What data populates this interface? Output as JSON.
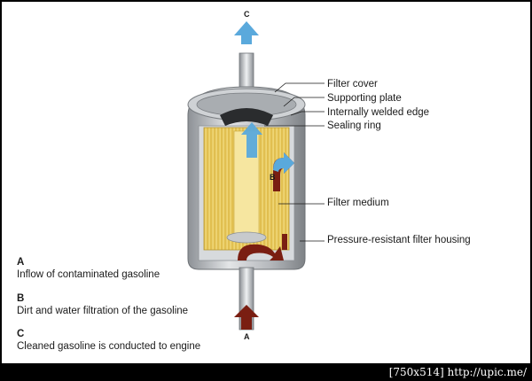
{
  "callouts": {
    "filter_cover": "Filter cover",
    "supporting_plate": "Supporting plate",
    "welded_edge": "Internally welded edge",
    "sealing_ring": "Sealing ring",
    "filter_medium": "Filter medium",
    "housing": "Pressure-resistant filter housing"
  },
  "markers": {
    "top": "C",
    "inner": "B",
    "bottom": "A"
  },
  "legend": [
    {
      "key": "A",
      "desc": "Inflow of contaminated gasoline"
    },
    {
      "key": "B",
      "desc": "Dirt and water filtration of the gasoline"
    },
    {
      "key": "C",
      "desc": "Cleaned gasoline is conducted to engine"
    }
  ],
  "footer": {
    "size": "[750x514]",
    "url": "http://upic.me/"
  },
  "colors": {
    "clean_flow": "#5aa9dc",
    "dirty_flow": "#7a1e12",
    "filter_yellow": "#f3d76a",
    "housing_gray": "#b9bcc0"
  }
}
